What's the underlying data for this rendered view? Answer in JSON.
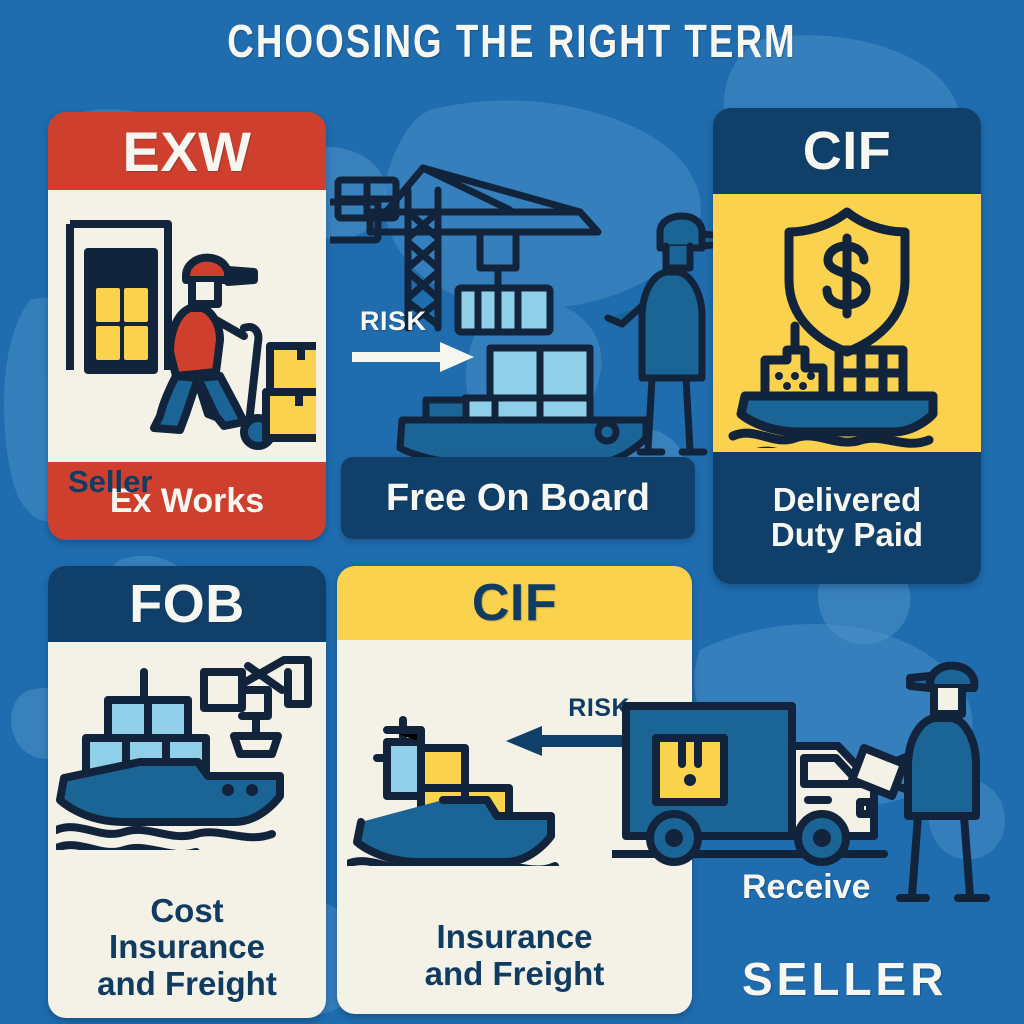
{
  "page": {
    "title": "CHOOSING THE RIGHT TERM",
    "background_color": "#1f6cae",
    "map_color": "#3a82bf"
  },
  "colors": {
    "red": "#cf3f2e",
    "navy": "#10406a",
    "yellow": "#fbd24d",
    "cream": "#f4f1e6",
    "white": "#f7f7f2",
    "ship_blue": "#1b6496",
    "container_light": "#8fcfe8"
  },
  "cards": {
    "exw": {
      "code": "EXW",
      "caption": "Ex Works",
      "head_color": "#cf3f2e",
      "body_color": "#f4f1e6",
      "foot_color": "#cf3f2e",
      "inner_label": "Seller"
    },
    "ddp": {
      "code": "CIF",
      "caption_line1": "Delivered",
      "caption_line2": "Duty Paid",
      "head_color": "#10406a",
      "body_color": "#fbd24d",
      "foot_color": "#10406a"
    },
    "fob": {
      "code": "FOB",
      "caption_line1": "Cost",
      "caption_line2": "Insurance",
      "caption_line3": "and Freight",
      "head_color": "#10406a",
      "body_color": "#f4f1e6"
    },
    "cif": {
      "code": "CIF",
      "caption_line1": "Insurance",
      "caption_line2": "and Freight",
      "head_color": "#fbd24d",
      "body_color": "#f4f1e6"
    }
  },
  "banner": {
    "fob_label": "Free On Board"
  },
  "annotations": {
    "risk_top": "RISK",
    "risk_bottom": "RISK",
    "receive": "Receive",
    "seller_big": "SELLER"
  }
}
